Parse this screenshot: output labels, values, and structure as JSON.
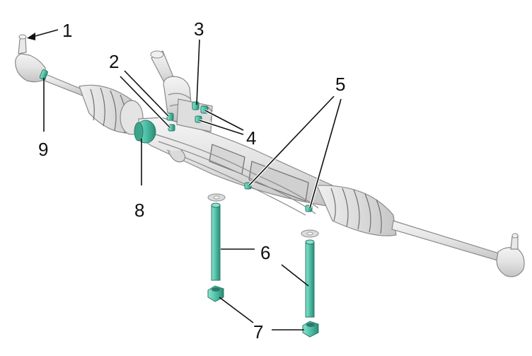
{
  "callouts": [
    {
      "id": "1",
      "label": "1"
    },
    {
      "id": "2",
      "label": "2"
    },
    {
      "id": "3",
      "label": "3"
    },
    {
      "id": "4",
      "label": "4"
    },
    {
      "id": "5",
      "label": "5"
    },
    {
      "id": "6",
      "label": "6"
    },
    {
      "id": "7",
      "label": "7"
    },
    {
      "id": "8",
      "label": "8"
    },
    {
      "id": "9",
      "label": "9"
    }
  ],
  "colors": {
    "part_fill": "#e6e6e6",
    "part_shadow": "#c9c9c9",
    "highlight": "#4fc1a8",
    "highlight_dark": "#2c7a6a",
    "text": "#111111"
  }
}
